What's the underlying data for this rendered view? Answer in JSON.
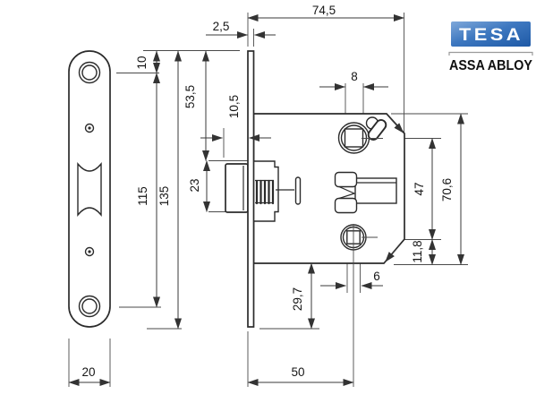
{
  "logo": {
    "brand": "TESA",
    "group": "ASSA ABLOY"
  },
  "dimensions": {
    "overall_depth": "74,5",
    "faceplate_thickness": "2,5",
    "spindle_square_top": "8",
    "faceplate_top_to_latch": "53,5",
    "latch_projection": "10,5",
    "hole_offset_top": "10",
    "latch_height": "23",
    "screw_holes_distance": "115",
    "faceplate_height": "135",
    "followers_distance": "47",
    "case_height": "70,6",
    "bottom_follower_to_case_bottom": "11,8",
    "spindle_square_bottom": "6",
    "case_bottom_to_faceplate_bottom": "29,7",
    "backset": "50",
    "faceplate_width": "20"
  }
}
